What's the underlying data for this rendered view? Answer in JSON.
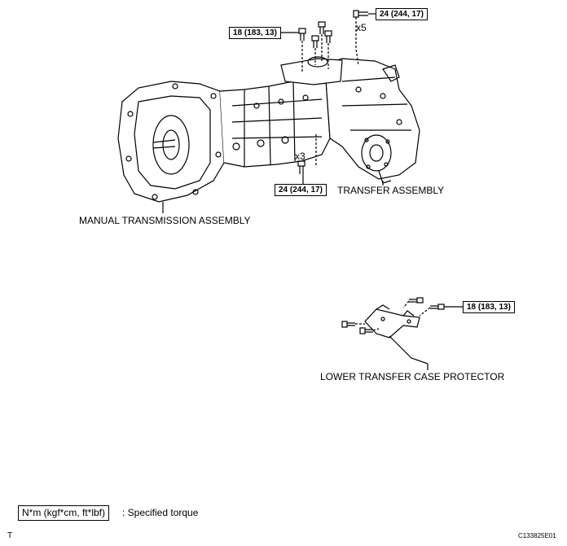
{
  "labels": {
    "manual_transmission": "MANUAL TRANSMISSION ASSEMBLY",
    "transfer_assembly": "TRANSFER ASSEMBLY",
    "lower_protector": "LOWER TRANSFER CASE PROTECTOR"
  },
  "torques": {
    "top_left": "18 (183, 13)",
    "top_right": "24 (244, 17)",
    "bottom_mid": "24 (244, 17)",
    "protector": "18 (183, 13)"
  },
  "quantities": {
    "top_right": "x5",
    "bottom_mid": "x3"
  },
  "legend": {
    "box": "N*m (kgf*cm, ft*lbf)",
    "text": ": Specified torque"
  },
  "footer": {
    "left_mark": "T",
    "figure_id": "C133825E01"
  }
}
